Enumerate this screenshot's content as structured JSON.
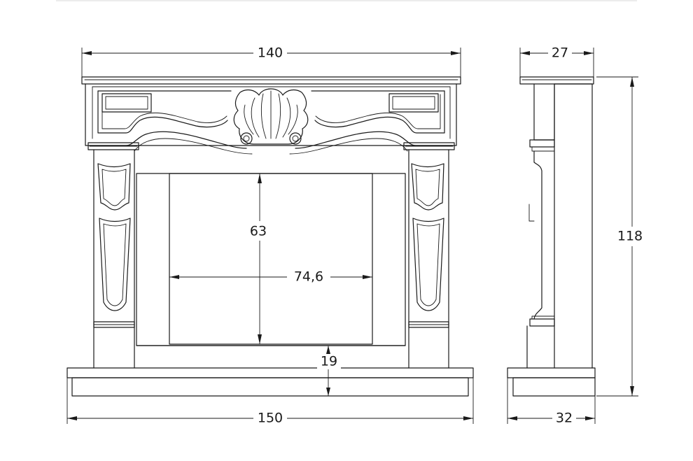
{
  "dimensions": {
    "front_width_top": "140",
    "front_width_base": "150",
    "opening_height": "63",
    "opening_width": "74,6",
    "hearth_height": "19",
    "side_depth_top": "27",
    "side_depth_base": "32",
    "total_height": "118"
  }
}
